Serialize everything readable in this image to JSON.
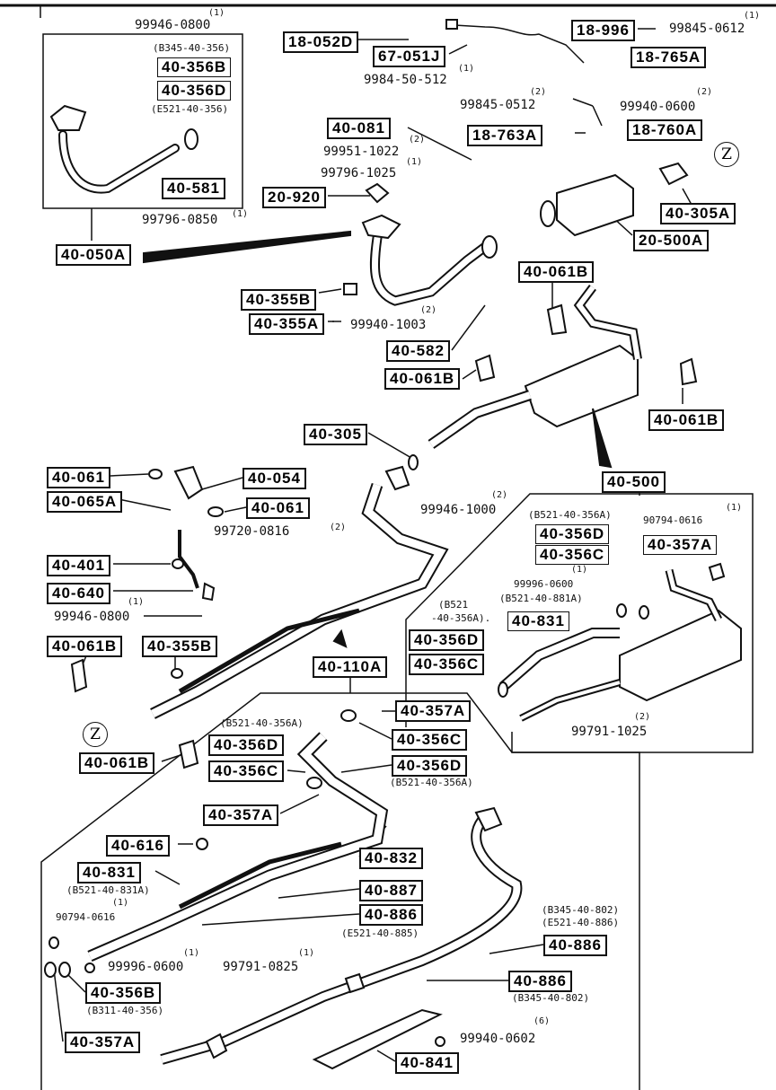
{
  "labels": {
    "l_18_052D": "18-052D",
    "l_67_051J": "67-051J",
    "l_18_996": "18-996",
    "l_18_765A": "18-765A",
    "l_18_763A": "18-763A",
    "l_18_760A": "18-760A",
    "l_40_081": "40-081",
    "l_20_920": "20-920",
    "l_40_305A": "40-305A",
    "l_20_500A": "20-500A",
    "l_40_050A": "40-050A",
    "l_40_356B_top": "40-356B",
    "l_40_356D_top": "40-356D",
    "l_40_581": "40-581",
    "l_40_355B_a": "40-355B",
    "l_40_355A": "40-355A",
    "l_40_582": "40-582",
    "l_40_061B_a": "40-061B",
    "l_40_061B_b": "40-061B",
    "l_40_061B_c": "40-061B",
    "l_40_305": "40-305",
    "l_40_500": "40-500",
    "l_40_061_a": "40-061",
    "l_40_054": "40-054",
    "l_40_065A": "40-065A",
    "l_40_061_b": "40-061",
    "l_40_401": "40-401",
    "l_40_640": "40-640",
    "l_40_356D_r": "40-356D",
    "l_40_356C_r": "40-356C",
    "l_40_357A_r": "40-357A",
    "l_40_831_r": "40-831",
    "l_40_356D_m": "40-356D",
    "l_40_356C_m": "40-356C",
    "l_40_061B_d": "40-061B",
    "l_40_355B_b": "40-355B",
    "l_40_110A": "40-110A",
    "l_40_061B_e": "40-061B",
    "l_40_357A_c": "40-357A",
    "l_40_356C_c": "40-356C",
    "l_40_356D_c": "40-356D",
    "l_40_356D_l": "40-356D",
    "l_40_356C_l": "40-356C",
    "l_40_357A_l": "40-357A",
    "l_40_616": "40-616",
    "l_40_832": "40-832",
    "l_40_831_l": "40-831",
    "l_40_887": "40-887",
    "l_40_886_a": "40-886",
    "l_40_886_b": "40-886",
    "l_40_886_c": "40-886",
    "l_40_356B_l": "40-356B",
    "l_40_357A_b": "40-357A",
    "l_40_841": "40-841"
  },
  "parts": {
    "p_99946_0800_top": "99946-0800",
    "p_99845_0612_top": "99845-0612",
    "p_9984_50_512": "9984-50-512",
    "p_99845_0512": "99845-0512",
    "p_99940_0600": "99940-0600",
    "p_99951_1022": "99951-1022",
    "p_99796_1025": "99796-1025",
    "p_99796_0850": "99796-0850",
    "p_99940_1003": "99940-1003",
    "p_99946_1000": "99946-1000",
    "p_99720_0816": "99720-0816",
    "p_99946_0800_mid": "99946-0800",
    "p_90794_0616_r": "90794-0616",
    "p_99996_0600_r": "99996-0600",
    "p_99791_1025": "99791-1025",
    "p_90794_0616_l": "90794-0616",
    "p_99996_0600_l": "99996-0600",
    "p_99791_0825": "99791-0825",
    "p_99940_0602": "99940-0602"
  },
  "notes": {
    "n_b345_356": "(B345-40-356)",
    "n_e521_356": "(E521-40-356)",
    "n_b521_356A_r": "(B521-40-356A)",
    "n_b521_a": "(B521",
    "n_b521_b": "-40-356A).",
    "n_b521_881A": "(B521-40-881A)",
    "n_b521_356A_l": "(B521-40-356A)",
    "n_b521_356A_c": "(B521-40-356A)",
    "n_b521_831A": "(B521-40-831A)",
    "n_e521_885": "(E521-40-885)",
    "n_b345_802_a": "(B345-40-802)",
    "n_e521_886": "(E521-40-886)",
    "n_b345_802_b": "(B345-40-802)",
    "n_b311_356": "(B311-40-356)"
  },
  "quantities": {
    "q1": "(1)",
    "q2": "(1)",
    "q3": "(1)",
    "q4": "(1)",
    "q5": "(2)",
    "q6": "(2)",
    "q7": "(2)",
    "q8": "(1)",
    "q9": "(2)",
    "q10": "(2)",
    "q11": "(2)",
    "q12": "(1)",
    "q13": "(1)",
    "q14": "(1)",
    "q15": "(2)",
    "q16": "(1)",
    "q17": "(1)",
    "q18": "(1)",
    "q19": "(6)"
  },
  "markers": {
    "z_a": "Z",
    "z_b": "Z"
  }
}
